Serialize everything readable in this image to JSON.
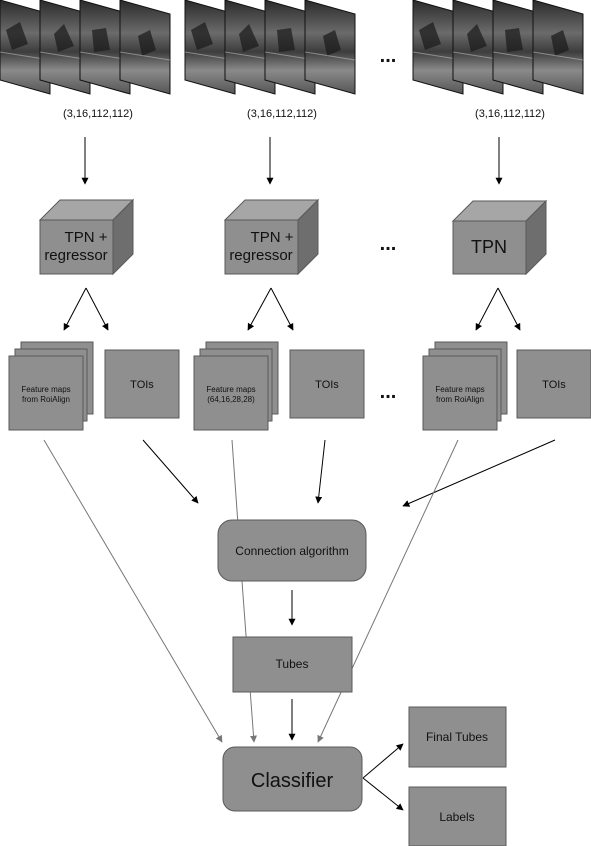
{
  "clips": [
    {
      "shape": "(3,16,112,112)"
    },
    {
      "shape": "(3,16,112,112)"
    },
    {
      "shape": "(3,16,112,112)"
    }
  ],
  "ellipsis": "...",
  "cubes": [
    {
      "line1": "TPN +",
      "line2": "regressor"
    },
    {
      "line1": "TPN +",
      "line2": "regressor"
    },
    {
      "line1": "TPN",
      "line2": ""
    }
  ],
  "feature_maps": [
    {
      "line1": "Feature maps",
      "line2": "from RoiAlign"
    },
    {
      "line1": "Feature maps",
      "line2": "(64,16,28,28)"
    },
    {
      "line1": "Feature maps",
      "line2": "from RoiAlign"
    }
  ],
  "tois_label": "TOIs",
  "connection_label": "Connection algorithm",
  "tubes_label": "Tubes",
  "classifier_label": "Classifier",
  "final_tubes_label": "Final Tubes",
  "labels_label": "Labels",
  "colors": {
    "box_fill": "#8f8f8f",
    "box_stroke": "#5a5a5a",
    "cube_top": "#a6a6a6",
    "cube_side": "#6e6e6e",
    "arrow_black": "#000000",
    "arrow_gray": "#777777"
  }
}
